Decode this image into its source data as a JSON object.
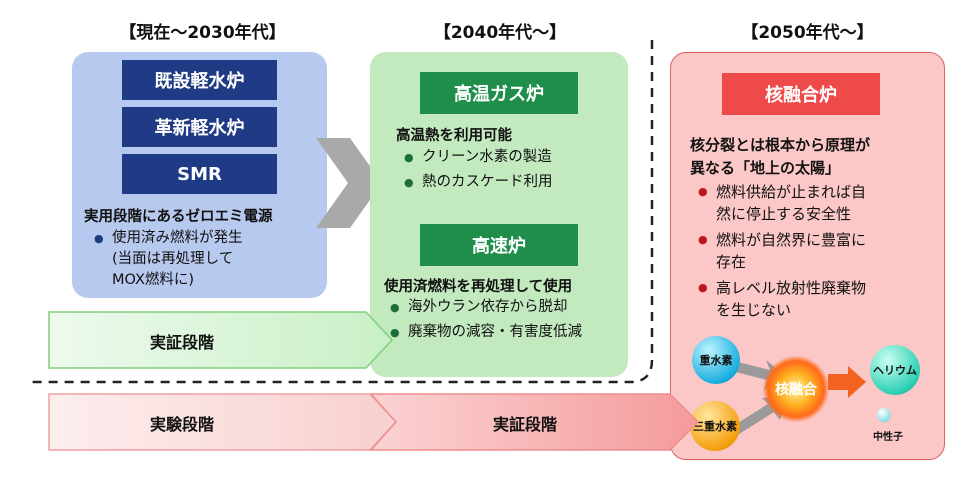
{
  "periods": {
    "p1": "【現在～2030年代】",
    "p2": "【2040年代～】",
    "p3": "【2050年代～】"
  },
  "col1": {
    "boxes": [
      "既設軽水炉",
      "革新軽水炉",
      "SMR"
    ],
    "heading": "実用段階にあるゼロエミ電源",
    "bullets": [
      "使用済み燃料が発生",
      "(当面は再処理して",
      "MOX燃料に)"
    ]
  },
  "col2": {
    "htgr_label": "高温ガス炉",
    "htgr_heading": "高温熱を利用可能",
    "htgr_bullets": [
      "クリーン水素の製造",
      "熱のカスケード利用"
    ],
    "fbr_label": "高速炉",
    "fbr_heading": "使用済燃料を再処理して使用",
    "fbr_bullets": [
      "海外ウラン依存から脱却",
      "廃棄物の減容・有害度低減"
    ]
  },
  "col3": {
    "fusion_label": "核融合炉",
    "heading_line1": "核分裂とは根本から原理が",
    "heading_line2": "異なる「地上の太陽」",
    "bullets": [
      {
        "l1": "燃料供給が止まれば自",
        "l2": "然に停止する安全性"
      },
      {
        "l1": "燃料が自然界に豊富に",
        "l2": "存在"
      },
      {
        "l1": "高レベル放射性廃棄物",
        "l2": "を生じない"
      }
    ],
    "diagram": {
      "deuterium": "重水素",
      "tritium": "三重水素",
      "fusion": "核融合",
      "helium": "ヘリウム",
      "neutron": "中性子"
    }
  },
  "stages": {
    "demo1": "実証段階",
    "experiment": "実験段階",
    "demo2": "実証段階"
  },
  "colors": {
    "navy": "#1f3b86",
    "green": "#1e8e4a",
    "red": "#ef4a4a",
    "blue_panel": "#b7c9ee",
    "green_panel": "#c3e9bf",
    "pink_panel": "#fbc7c7"
  }
}
